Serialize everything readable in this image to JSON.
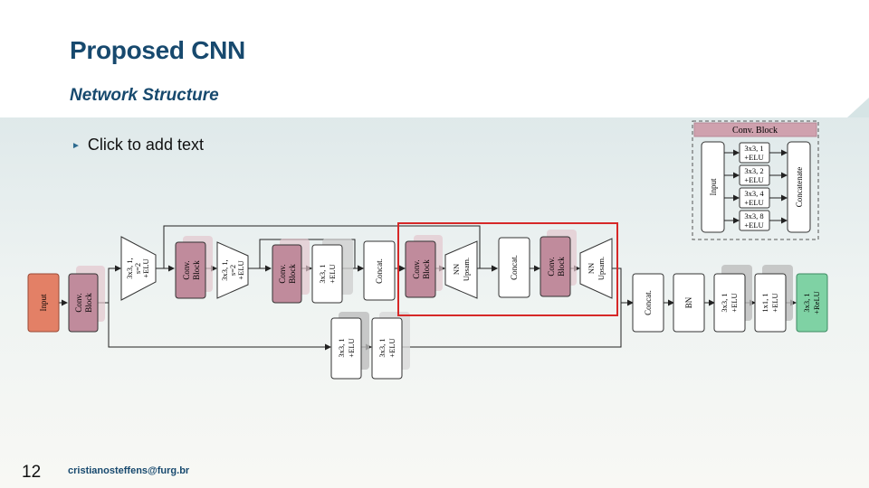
{
  "slide": {
    "title": "Proposed CNN",
    "subtitle": "Network Structure",
    "bullet": "Click to add text",
    "page_number": "12",
    "email": "cristianosteffens@furg.br"
  },
  "colors": {
    "title": "#17496e",
    "conv_block": "#c08b9c",
    "input": "#e38066",
    "output": "#7fd2a4",
    "highlight": "#d62828"
  },
  "diagram": {
    "input": "Input",
    "conv_block": [
      "Conv.",
      "Block"
    ],
    "down_a": [
      "3x3, 1,",
      "s=2",
      "+ELU"
    ],
    "down_b": [
      "3x3, 1,",
      "s=2",
      "+ELU"
    ],
    "conv33": [
      "3x3, 1",
      "+ELU"
    ],
    "concat": "Concat.",
    "nn_upsam": [
      "NN",
      "Upsam."
    ],
    "skip_a": [
      "3x3, 1",
      "+ELU"
    ],
    "skip_b": [
      "3x3, 1",
      "+ELU"
    ],
    "bn": "BN",
    "conv_out1": [
      "3x3, 1",
      "+ELU"
    ],
    "conv_out2": [
      "1x1, 1",
      "+ELU"
    ],
    "output": [
      "3x3, 1",
      "+ReLU"
    ],
    "legend": {
      "title": "Conv. Block",
      "input": "Input",
      "branches": [
        [
          "3x3, 1",
          "+ELU"
        ],
        [
          "3x3, 2",
          "+ELU"
        ],
        [
          "3x3, 4",
          "+ELU"
        ],
        [
          "3x3, 8",
          "+ELU"
        ]
      ],
      "concatenate": "Concatenate"
    }
  }
}
